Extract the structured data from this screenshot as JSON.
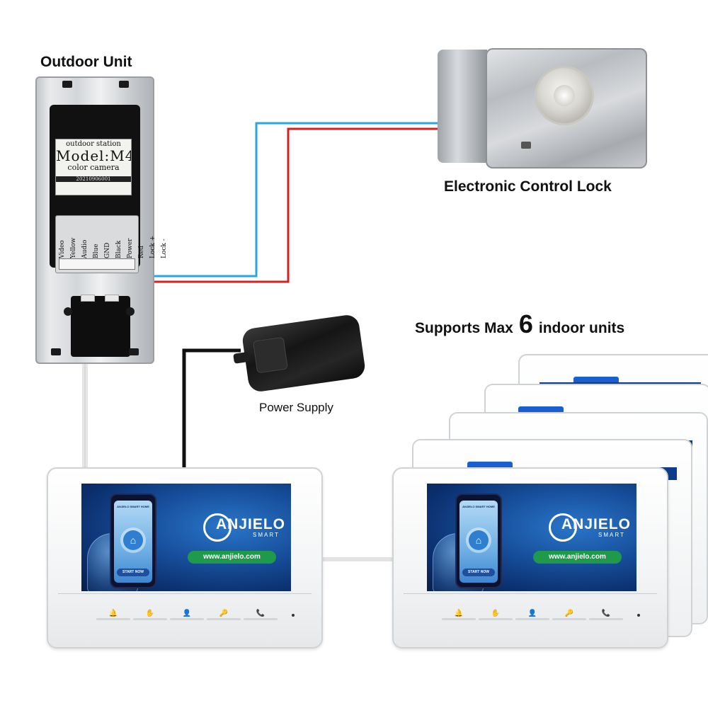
{
  "labels": {
    "outdoor_unit": "Outdoor Unit",
    "lock": "Electronic Control Lock",
    "power_supply": "Power Supply",
    "supports_prefix": "Supports Max",
    "supports_count": "6",
    "supports_suffix": "indoor units"
  },
  "outdoor_sticker": {
    "line1": "outdoor station",
    "line2": "Model:M4",
    "line3": "color camera",
    "line4": "20210906001"
  },
  "terminals": [
    {
      "name": "Lock +",
      "color": "Lock -"
    },
    {
      "name": "Power",
      "color": "Red"
    },
    {
      "name": "GND",
      "color": "Black"
    },
    {
      "name": "Audio",
      "color": "Blue"
    },
    {
      "name": "Video",
      "color": "Yellow"
    }
  ],
  "monitor_screen": {
    "phone_title": "ANJIELO SMART HOME",
    "start_button": "START NOW",
    "brand_name": "ANJIELO",
    "brand_sub": "SMART",
    "url": "www.anjielo.com"
  },
  "monitor_controls": [
    "🔔",
    "✋",
    "👤",
    "🔑",
    "📞"
  ],
  "colors": {
    "wire_blue": "#2aa7dc",
    "wire_red": "#d6201f",
    "wire_black": "#111111",
    "wire_white": "#e8e8e8",
    "screen_blue": "#174f9c",
    "url_green": "#1e9a4a"
  },
  "icons": {
    "house": "house-icon",
    "controls": [
      "bell-icon",
      "hand-icon",
      "person-icon",
      "key-icon",
      "phone-icon"
    ]
  }
}
